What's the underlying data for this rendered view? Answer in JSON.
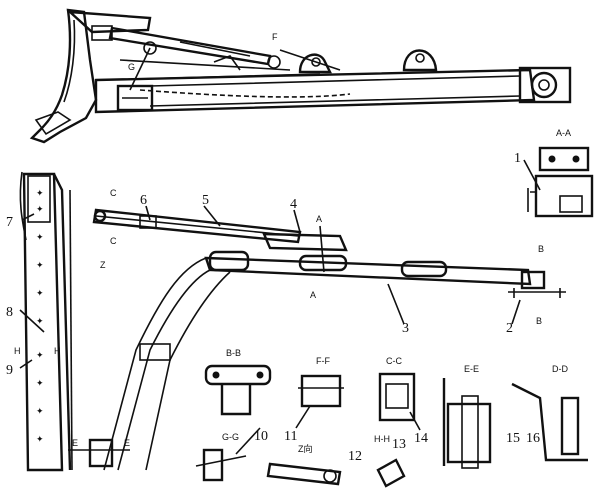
{
  "section_labels": {
    "top_F": "F",
    "top_G": "G",
    "aa": "A-A",
    "bb": "B-B",
    "ff": "F-F",
    "cc": "C-C",
    "ee": "E-E",
    "dd": "D-D",
    "gg": "G-G",
    "zview": "Z向",
    "hh": "H-H",
    "cut_A1": "A",
    "cut_A2": "A",
    "cut_B1": "B",
    "cut_B2": "B",
    "cut_C1": "C",
    "cut_C2": "C",
    "cut_Z": "Z",
    "cut_H1": "H",
    "cut_H2": "H",
    "cut_E1": "E",
    "cut_E2": "E"
  },
  "callouts": [
    "1",
    "2",
    "3",
    "4",
    "5",
    "6",
    "7",
    "8",
    "9",
    "10",
    "11",
    "12",
    "13",
    "14",
    "15",
    "16"
  ]
}
